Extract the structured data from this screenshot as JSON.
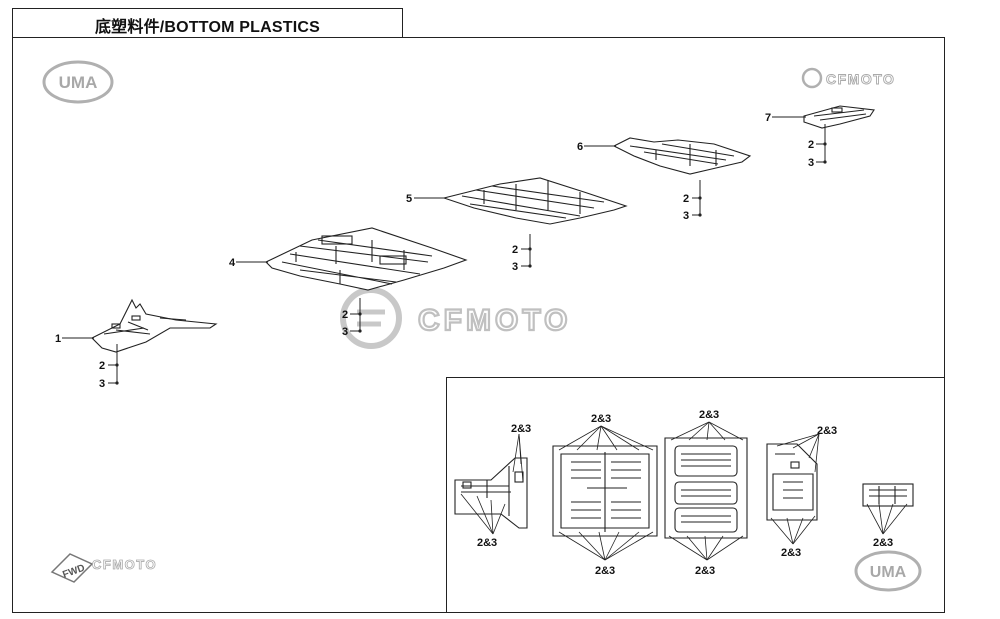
{
  "title": "底塑料件/BOTTOM PLASTICS",
  "brand": {
    "uma_logo": "UMA",
    "cfmoto_logo": "CFMOTO",
    "watermark_big": "CFMOTO",
    "fwd_label": "FWD"
  },
  "callouts": {
    "part1": "1",
    "part4": "4",
    "part5": "5",
    "part6": "6",
    "part7": "7",
    "fastener2": "2",
    "fastener3": "3",
    "fastener_pair": "2&3"
  },
  "colors": {
    "line": "#222222",
    "watermark": "#c8c8c8",
    "logo_gray": "#b0b0b0"
  }
}
